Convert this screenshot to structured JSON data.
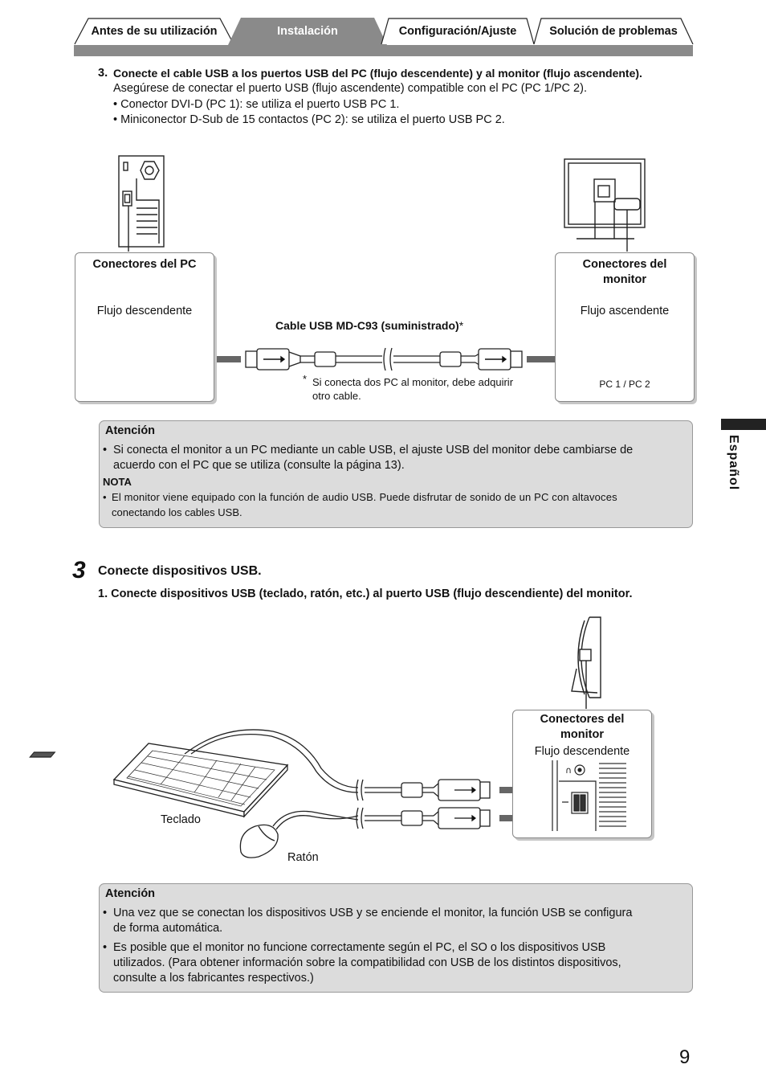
{
  "tabs": [
    {
      "label": "Antes de su utilización"
    },
    {
      "label": "Instalación"
    },
    {
      "label": "Configuración/Ajuste"
    },
    {
      "label": "Solución de problemas"
    }
  ],
  "step_top": {
    "num": "3.",
    "title": "Conecte el cable USB a los puertos USB del PC (flujo descendente) y al monitor (flujo ascendente).",
    "line1": "Asegúrese de conectar el puerto USB (flujo ascendente) compatible con el PC (PC 1/PC 2).",
    "bullet1": "• Conector DVI-D (PC 1): se utiliza el puerto USB PC 1.",
    "bullet2": "• Miniconector D-Sub de 15 contactos (PC 2): se utiliza el puerto USB PC 2."
  },
  "diagram1": {
    "pc_box_title": "Conectores del PC",
    "pc_flow": "Flujo descendente",
    "cable_label": "Cable USB MD-C93 (suministrado)",
    "cable_asterisk": "*",
    "mon_box_title1": "Conectores del",
    "mon_box_title2": "monitor",
    "mon_flow": "Flujo ascendente",
    "pc_ports": "PC 1 / PC 2",
    "footnote_star": "*",
    "footnote1": "Si conecta dos PC al monitor, debe adquirir",
    "footnote2": "otro cable."
  },
  "note1": {
    "heading": "Atención",
    "bullet": "•",
    "line1": "Si conecta el monitor a un PC mediante un cable USB, el ajuste USB del monitor debe cambiarse de",
    "line2": "acuerdo con el PC que se utiliza (consulte la página 13).",
    "nota_heading": "NOTA",
    "nota_bullet": "•",
    "nota1": "El monitor viene equipado con la función de audio USB. Puede disfrutar de sonido de un PC con altavoces",
    "nota2": "conectando los cables USB."
  },
  "section3": {
    "number": "3",
    "title": "Conecte dispositivos USB.",
    "step": "1. Conecte dispositivos USB (teclado, ratón, etc.) al puerto USB (flujo descendiente) del monitor."
  },
  "diagram2": {
    "box_title1": "Conectores del",
    "box_title2": "monitor",
    "flow": "Flujo descendente",
    "keyboard": "Teclado",
    "mouse": "Ratón"
  },
  "note2": {
    "heading": "Atención",
    "b1": "•",
    "b1_l1": "Una vez que se conectan los dispositivos USB y se enciende el monitor, la función USB se configura",
    "b1_l2": "de forma automática.",
    "b2": "•",
    "b2_l1": "Es posible que el monitor no funcione correctamente según el PC, el SO o los dispositivos USB",
    "b2_l2": "utilizados. (Para obtener información sobre la compatibilidad con USB de los distintos dispositivos,",
    "b2_l3": "consulte a los fabricantes respectivos.)"
  },
  "language": "Español",
  "page_number": "9"
}
